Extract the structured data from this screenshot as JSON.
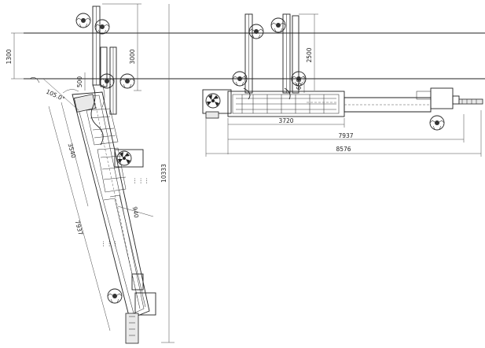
{
  "drawing": {
    "left_view": {
      "angle_label": "105.0°",
      "dims": {
        "corridor_width": "1300",
        "cross_offset": "3000",
        "short_offset": "500",
        "segment_upper": "3540",
        "segment_lower": "7937",
        "bracket": "940",
        "total_height": "10333"
      }
    },
    "right_view": {
      "dims": {
        "cross_offset": "2500",
        "short_offset": "650",
        "segment_a": "3720",
        "segment_b": "7937",
        "overall": "8576"
      }
    }
  }
}
